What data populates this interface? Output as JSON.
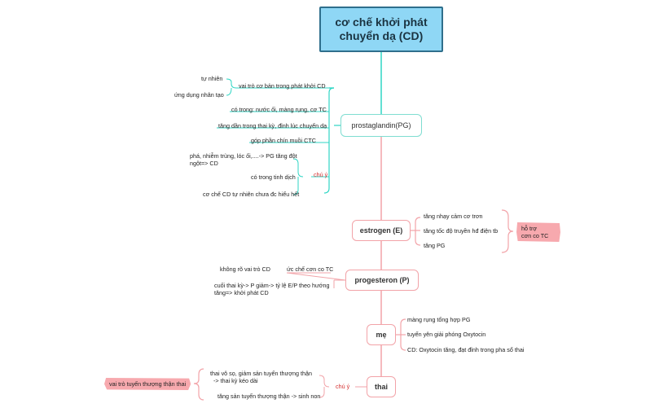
{
  "root": {
    "line1": "cơ chế khởi phát",
    "line2": "chuyển dạ (CD)"
  },
  "pg": {
    "label": "prostaglandin(PG)",
    "role": "vai trò cơ bản trong phát khởi CD",
    "role_sub": [
      "tự nhiên",
      "ứng dụng nhân tạo"
    ],
    "items": [
      "có trong: nước ối, màng rụng, cơ TC",
      "tăng dần trong thai kỳ, đỉnh lúc chuyển dạ",
      "góp phần chín muồi CTC"
    ],
    "note_label": "chú ý",
    "note_line1": "phá, nhiễm trùng, lóc ối,....-> PG tăng đột",
    "note_line2": "ngột=> CD",
    "note_items": [
      "có trong tinh dịch",
      "cơ chế CD tự nhiên chưa đc hiểu hết"
    ]
  },
  "estrogen": {
    "label": "estrogen (E)",
    "items": [
      "tăng nhạy cảm cơ trơn",
      "tăng tốc độ truyền hđ điện tb",
      "tăng PG"
    ],
    "highlight": [
      "hỗ trợ",
      "cơn co TC"
    ]
  },
  "progesteron": {
    "label": "progesteron (P)",
    "role": "ức chế cơn co TC",
    "unclear": "không rõ vai trò CD",
    "effect_line1": "cuối thai kỳ-> P giảm-> tỷ lệ E/P theo hướng",
    "effect_line2": "tăng=> khởi phát CD"
  },
  "me": {
    "label": "mẹ",
    "items": [
      "màng rụng tổng hợp PG",
      "tuyến yên giải phóng Oxytocin",
      "CD: Oxytocin tăng, đạt đỉnh trong pha sổ thai"
    ]
  },
  "thai": {
    "label": "thai",
    "note_label": "chú ý",
    "item1_line1": "thai vô sọ, giảm sản tuyến thượng thận",
    "item1_line2": "-> thai kỳ kéo dài",
    "item2": "tăng sản tuyến thượng thận -> sinh non",
    "highlight": "vai trò tuyến thượng thận thai"
  },
  "colors": {
    "root_fill": "#8fd7f5",
    "root_border": "#2f6f8c",
    "teal": "#2fd6c4",
    "pink": "#f2a3a8",
    "red": "#d42e2e"
  }
}
